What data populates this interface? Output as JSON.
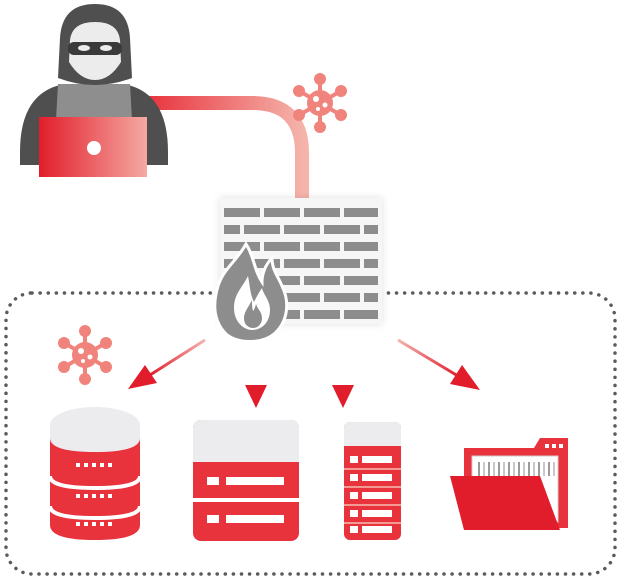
{
  "diagram": {
    "nodes": [
      {
        "id": "hacker",
        "kind": "person",
        "label": ""
      },
      {
        "id": "firewall",
        "kind": "brick-wall-with-flame",
        "label": ""
      },
      {
        "id": "database",
        "kind": "database-cylinder",
        "label": ""
      },
      {
        "id": "server",
        "kind": "server-box",
        "label": ""
      },
      {
        "id": "server-tower",
        "kind": "server-tower",
        "label": ""
      },
      {
        "id": "folder",
        "kind": "folder",
        "label": ""
      }
    ],
    "edges": [
      {
        "from": "hacker",
        "to": "firewall"
      },
      {
        "from": "firewall",
        "to": "database"
      },
      {
        "from": "firewall",
        "to": "server"
      },
      {
        "from": "firewall",
        "to": "server-tower"
      },
      {
        "from": "firewall",
        "to": "folder"
      }
    ],
    "groups": [
      {
        "id": "internal-network",
        "style": "dotted-rounded-border",
        "members": [
          "database",
          "server",
          "server-tower",
          "folder"
        ]
      }
    ],
    "icons": [
      "hacker-icon",
      "laptop-icon",
      "virus-icon",
      "brick-wall-icon",
      "flame-icon",
      "database-icon",
      "server-icon",
      "server-tower-icon",
      "folder-icon"
    ]
  },
  "colors": {
    "accent_red": "#e8323c",
    "dark_red": "#c91f2b",
    "salmon": "#f08f87",
    "gray": "#8d8d8d",
    "dark_gray": "#4f4f4f",
    "light_gray": "#ececee",
    "dotted_border": "#5b5b5b"
  }
}
